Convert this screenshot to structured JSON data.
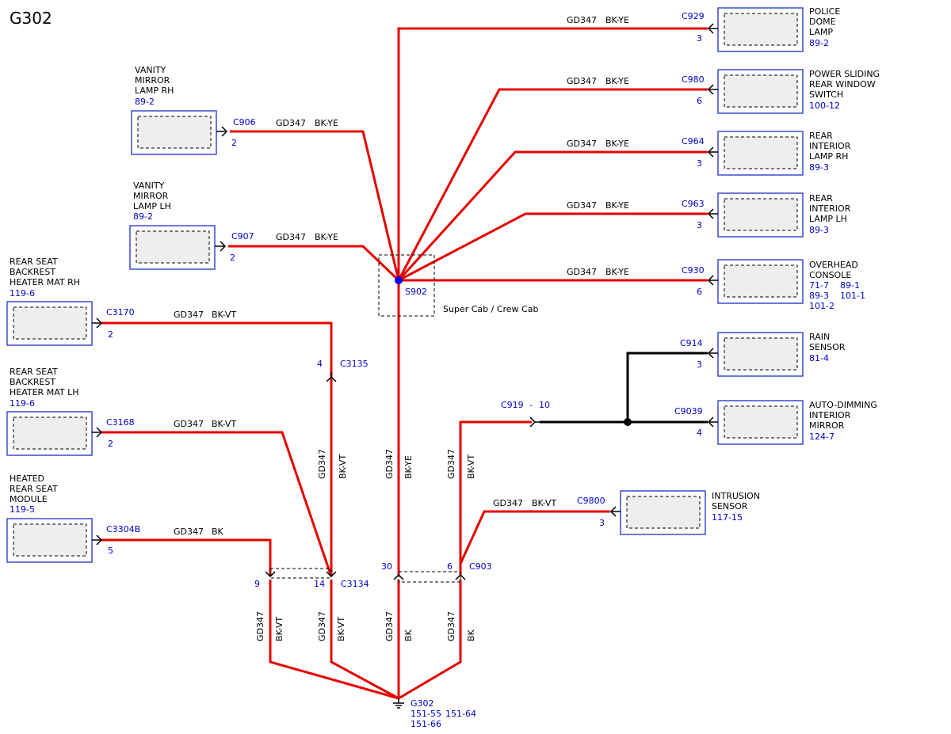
{
  "title": "G302",
  "splice": {
    "id": "S902",
    "note": "Super Cab / Crew Cab"
  },
  "ground": {
    "id": "G302",
    "refs": [
      "151-55",
      "151-64",
      "151-66"
    ]
  },
  "components": [
    {
      "key": "police_dome_lamp",
      "lines": [
        "POLICE",
        "DOME",
        "LAMP"
      ],
      "ref": "89-2",
      "connector": "C929",
      "pin": "3",
      "wire": "GD347",
      "color": "BK-YE"
    },
    {
      "key": "power_sliding_rear_window_switch",
      "lines": [
        "POWER SLIDING",
        "REAR WINDOW",
        "SWITCH"
      ],
      "ref": "100-12",
      "connector": "C980",
      "pin": "6",
      "wire": "GD347",
      "color": "BK-YE"
    },
    {
      "key": "rear_interior_lamp_rh",
      "lines": [
        "REAR",
        "INTERIOR",
        "LAMP RH"
      ],
      "ref": "89-3",
      "connector": "C964",
      "pin": "3",
      "wire": "GD347",
      "color": "BK-YE"
    },
    {
      "key": "rear_interior_lamp_lh",
      "lines": [
        "REAR",
        "INTERIOR",
        "LAMP LH"
      ],
      "ref": "89-3",
      "connector": "C963",
      "pin": "3",
      "wire": "GD347",
      "color": "BK-YE"
    },
    {
      "key": "overhead_console",
      "lines": [
        "OVERHEAD",
        "CONSOLE"
      ],
      "refs": [
        "71-7",
        "89-1",
        "89-3",
        "101-1",
        "101-2"
      ],
      "connector": "C930",
      "pin": "6",
      "wire": "GD347",
      "color": "BK-YE"
    },
    {
      "key": "rain_sensor",
      "lines": [
        "RAIN",
        "SENSOR"
      ],
      "ref": "81-4",
      "connector": "C914",
      "pin": "3"
    },
    {
      "key": "auto_dimming_interior_mirror",
      "lines": [
        "AUTO-DIMMING",
        "INTERIOR",
        "MIRROR"
      ],
      "ref": "124-7",
      "connector": "C9039",
      "pin": "4"
    },
    {
      "key": "intrusion_sensor",
      "lines": [
        "INTRUSION",
        "SENSOR"
      ],
      "ref": "117-15",
      "connector": "C9800",
      "pin": "3",
      "wire": "GD347",
      "color": "BK-VT"
    },
    {
      "key": "vanity_mirror_lamp_rh",
      "lines": [
        "VANITY",
        "MIRROR",
        "LAMP RH"
      ],
      "ref": "89-2",
      "connector": "C906",
      "pin": "2",
      "wire": "GD347",
      "color": "BK-YE"
    },
    {
      "key": "vanity_mirror_lamp_lh",
      "lines": [
        "VANITY",
        "MIRROR",
        "LAMP LH"
      ],
      "ref": "89-2",
      "connector": "C907",
      "pin": "2",
      "wire": "GD347",
      "color": "BK-YE"
    },
    {
      "key": "rear_seat_backrest_heater_mat_rh",
      "lines": [
        "REAR SEAT",
        "BACKREST",
        "HEATER MAT RH"
      ],
      "ref": "119-6",
      "connector": "C3170",
      "pin": "2",
      "wire": "GD347",
      "color": "BK-VT"
    },
    {
      "key": "rear_seat_backrest_heater_mat_lh",
      "lines": [
        "REAR SEAT",
        "BACKREST",
        "HEATER MAT LH"
      ],
      "ref": "119-6",
      "connector": "C3168",
      "pin": "2",
      "wire": "GD347",
      "color": "BK-VT"
    },
    {
      "key": "heated_rear_seat_module",
      "lines": [
        "HEATED",
        "REAR SEAT",
        "MODULE"
      ],
      "ref": "119-5",
      "connector": "C3304B",
      "pin": "5",
      "wire": "GD347",
      "color": "BK"
    }
  ],
  "inline": {
    "c3135": {
      "id": "C3135",
      "pin": "4"
    },
    "c919": {
      "id": "C919",
      "sep": "-",
      "pin": "10"
    },
    "c903": {
      "id": "C903",
      "pin_a": "30",
      "pin_b": "6"
    },
    "c3134": {
      "id": "C3134",
      "pin_a": "9",
      "pin_b": "14"
    }
  },
  "vertical_wires": {
    "upper_c3135": {
      "wire": "GD347",
      "color": "BK-VT"
    },
    "upper_s902": {
      "wire": "GD347",
      "color": "BK-YE"
    },
    "upper_c919": {
      "wire": "GD347",
      "color": "BK-VT"
    },
    "lower_9": {
      "wire": "GD347",
      "color": "BK-VT"
    },
    "lower_14": {
      "wire": "GD347",
      "color": "BK-VT"
    },
    "lower_30": {
      "wire": "GD347",
      "color": "BK"
    },
    "lower_6": {
      "wire": "GD347",
      "color": "BK"
    }
  }
}
